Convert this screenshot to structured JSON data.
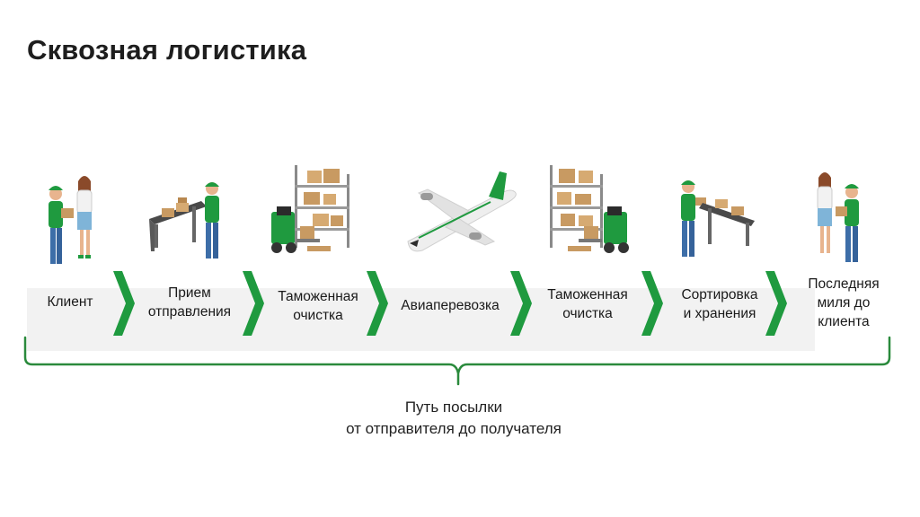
{
  "title": "Сквозная логистика",
  "steps": [
    {
      "line1": "Клиент",
      "line2": "",
      "line3": ""
    },
    {
      "line1": "Прием",
      "line2": "отправления",
      "line3": ""
    },
    {
      "line1": "Таможенная",
      "line2": "очистка",
      "line3": ""
    },
    {
      "line1": "Авиаперевозка",
      "line2": "",
      "line3": ""
    },
    {
      "line1": "Таможенная",
      "line2": "очистка",
      "line3": ""
    },
    {
      "line1": "Сортировка",
      "line2": "и хранения",
      "line3": ""
    },
    {
      "line1": "Последняя",
      "line2": "миля до",
      "line3": "клиента"
    }
  ],
  "caption": {
    "line1": "Путь посылки",
    "line2": "от отправителя до получателя"
  },
  "colors": {
    "accent": "#1f9a3f",
    "band": "#f2f2f2",
    "brace": "#2a8a3c"
  },
  "icons": [
    "people-icon",
    "conveyor-worker-icon",
    "warehouse-forklift-icon",
    "airplane-icon",
    "warehouse-forklift-icon",
    "conveyor-worker-icon",
    "people-icon"
  ]
}
